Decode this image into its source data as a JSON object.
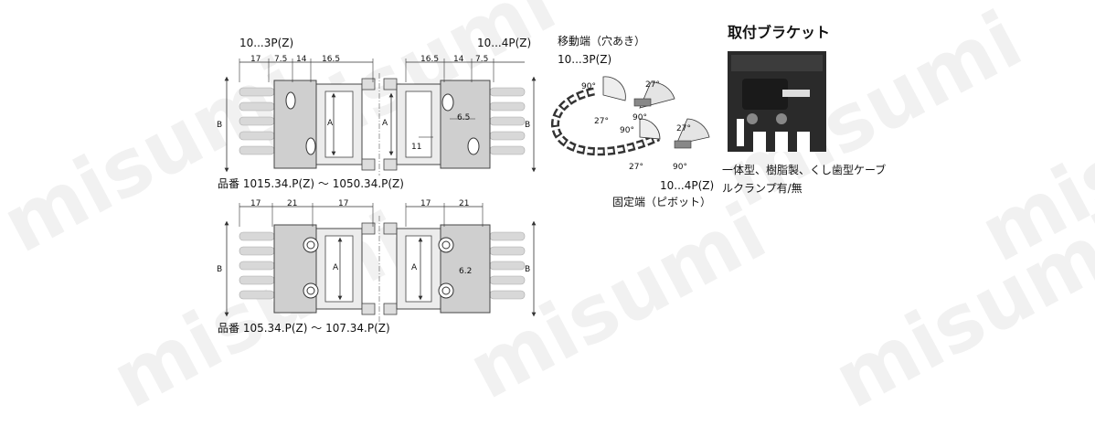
{
  "drawing1": {
    "label_left": "10...3P(Z)",
    "label_right": "10...4P(Z)",
    "dims_top_left": [
      "17",
      "7.5",
      "14",
      "16.5"
    ],
    "dims_top_right": [
      "16.5",
      "14",
      "7.5"
    ],
    "dim_a": "A",
    "dim_b": "B",
    "dim_65": "6.5",
    "dim_11": "11",
    "part_no": "品番 1015.34.P(Z) ～ 1050.34.P(Z)"
  },
  "drawing2": {
    "dims_top_left": [
      "17",
      "21",
      "17"
    ],
    "dims_top_right": [
      "17",
      "21"
    ],
    "dim_a": "A",
    "dim_b": "B",
    "dim_62": "6.2",
    "part_no": "品番 105.34.P(Z) ～ 107.34.P(Z)"
  },
  "chain": {
    "moving_end": "移動端（穴あき）",
    "moving_label": "10...3P(Z)",
    "fixed_label": "10...4P(Z)",
    "fixed_end": "固定端（ピボット）",
    "angles": [
      "90°",
      "27°",
      "27°",
      "90°",
      "90°",
      "27°",
      "27°",
      "90°"
    ]
  },
  "bracket": {
    "title": "取付ブラケット",
    "description": "一体型、樹脂製、くし歯型ケーブルクランプ有/無"
  },
  "watermark": "misumi"
}
